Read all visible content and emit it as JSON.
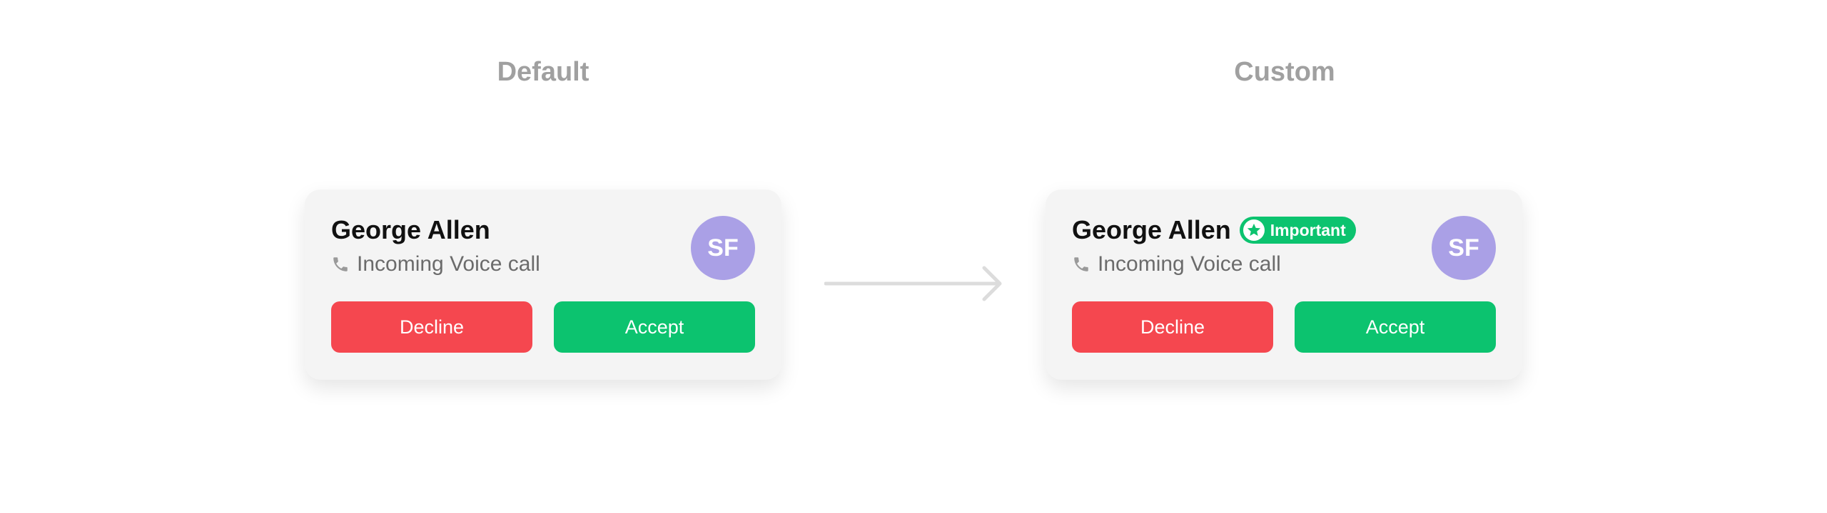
{
  "sections": {
    "default": {
      "heading": "Default"
    },
    "custom": {
      "heading": "Custom"
    }
  },
  "call": {
    "caller_name": "George Allen",
    "subtitle": "Incoming Voice call",
    "avatar_initials": "SF",
    "decline_label": "Decline",
    "accept_label": "Accept",
    "badge_label": "Important",
    "icons": {
      "subtitle": "phone-icon",
      "badge": "star-icon"
    }
  },
  "colors": {
    "decline": "#f5474f",
    "accept": "#0cc36f",
    "avatar": "#aaa0e6",
    "badge": "#0cc36f",
    "heading": "#a0a0a0"
  }
}
